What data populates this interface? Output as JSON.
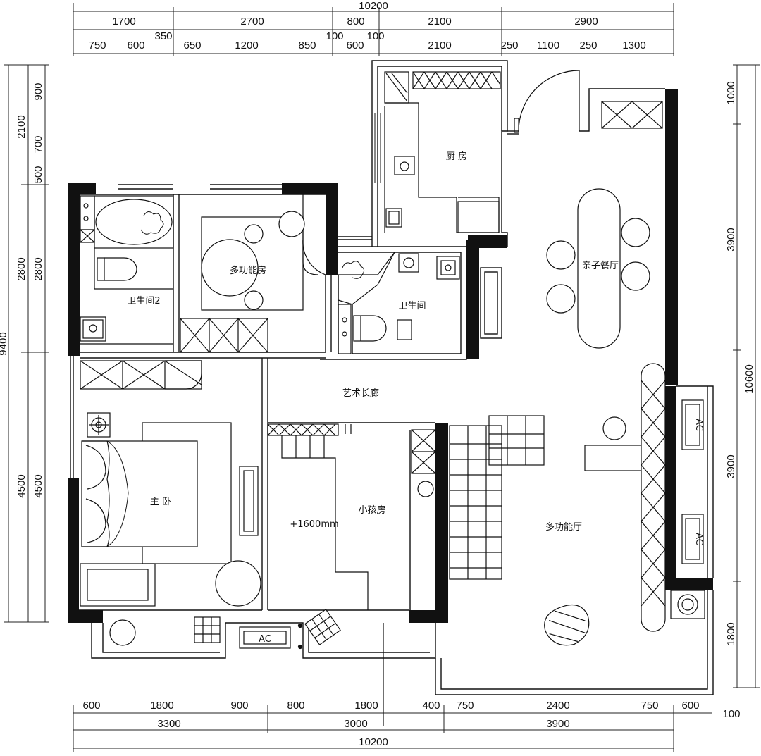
{
  "rooms": {
    "kitchen": "厨 房",
    "dining": "亲子餐厅",
    "bath2": "卫生间2",
    "multi_room": "多功能房",
    "bath": "卫生间",
    "gallery": "艺术长廊",
    "master": "主 卧",
    "kids": "小孩房",
    "multi_hall": "多功能厅",
    "platform": "+1600mm"
  },
  "ac_label": "AC",
  "dims": {
    "top_total": "10200",
    "top_row1": [
      "1700",
      "2700",
      "800",
      "2100",
      "2900"
    ],
    "top_row2": [
      "750",
      "600",
      "350",
      "650",
      "1200",
      "850",
      "100",
      "600",
      "100",
      "2100",
      "250",
      "1100",
      "250",
      "1300"
    ],
    "bottom_row1": [
      "600",
      "1800",
      "900",
      "800",
      "1800",
      "400",
      "750",
      "2400",
      "750",
      "600"
    ],
    "bottom_extra": "100",
    "bottom_row2": [
      "3300",
      "3000",
      "3900"
    ],
    "bottom_total": "10200",
    "left_outer": "9400",
    "left_mid": [
      "2100",
      "2800",
      "4500"
    ],
    "left_inner": [
      "900",
      "700",
      "500",
      "2800",
      "4500"
    ],
    "right_outer": "10600",
    "right_inner": [
      "1000",
      "3900",
      "3900",
      "1800"
    ]
  }
}
